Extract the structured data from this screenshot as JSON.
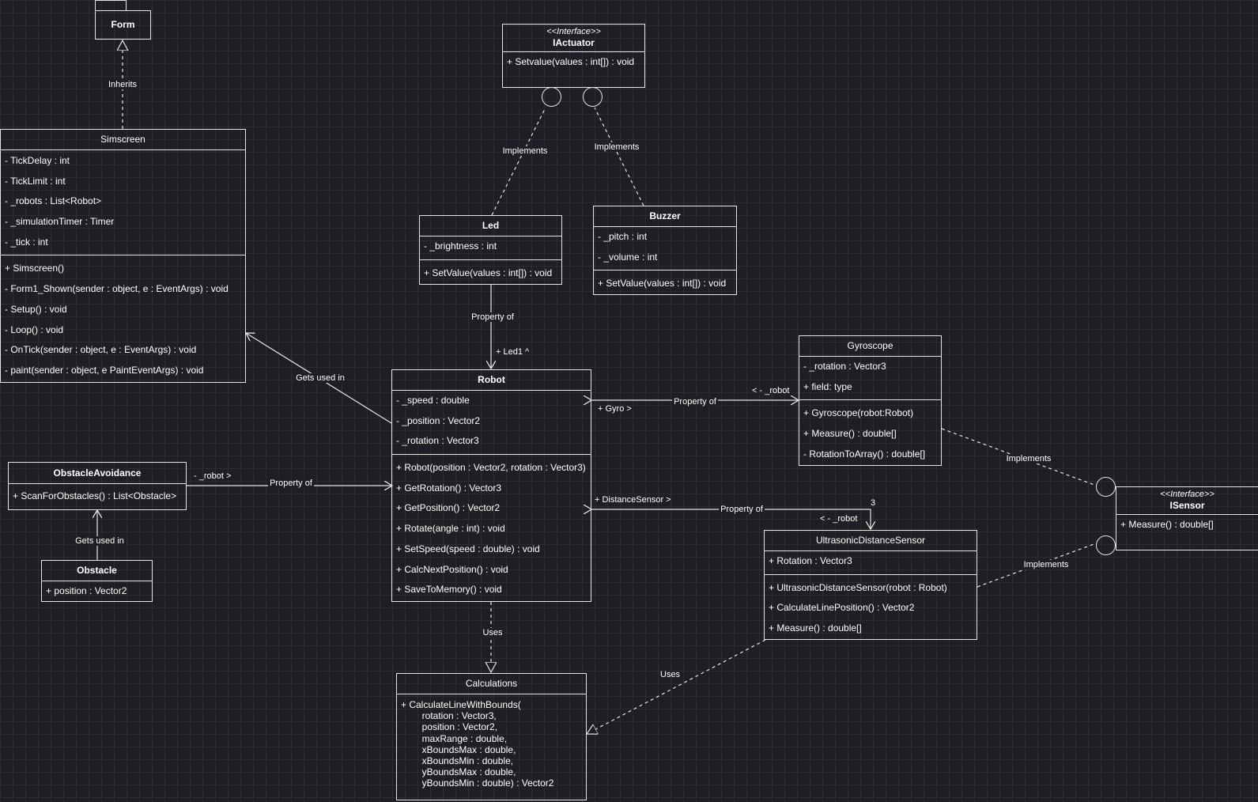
{
  "classes": {
    "form": {
      "name": "Form"
    },
    "iactuator": {
      "stereotype": "<<Interface>>",
      "name": "IActuator",
      "methods": [
        "+ Setvalue(values : int[]) : void"
      ]
    },
    "simscreen": {
      "name": "Simscreen",
      "fields": [
        "- TickDelay : int",
        "- TickLimit : int",
        "- _robots : List<Robot>",
        "- _simulationTimer : Timer",
        "- _tick : int"
      ],
      "methods": [
        "+ Simscreen()",
        "- Form1_Shown(sender : object, e : EventArgs) : void",
        "- Setup() : void",
        "- Loop() : void",
        "- OnTick(sender : object, e : EventArgs) : void",
        "- paint(sender : object, e PaintEventArgs) : void"
      ]
    },
    "led": {
      "name": "Led",
      "fields": [
        "- _brightness : int"
      ],
      "methods": [
        "+ SetValue(values : int[]) : void"
      ]
    },
    "buzzer": {
      "name": "Buzzer",
      "fields": [
        "- _pitch : int",
        "- _volume : int"
      ],
      "methods": [
        "+ SetValue(values : int[]) : void"
      ]
    },
    "gyroscope": {
      "name": "Gyroscope",
      "fields": [
        "- _rotation : Vector3",
        "+ field: type"
      ],
      "methods": [
        "+ Gyroscope(robot:Robot)",
        "+ Measure() : double[]",
        "- RotationToArray() : double[]"
      ]
    },
    "robot": {
      "name": "Robot",
      "fields": [
        "- _speed : double",
        "- _position : Vector2",
        "- _rotation : Vector3"
      ],
      "methods": [
        "+ Robot(position : Vector2, rotation : Vector3)",
        "+ GetRotation() : Vector3",
        "+ GetPosition() : Vector2",
        "+ Rotate(angle : int) : void",
        "+ SetSpeed(speed : double) : void",
        "+ CalcNextPosition() : void",
        "+ SaveToMemory() : void"
      ]
    },
    "obstacle_avoidance": {
      "name": "ObstacleAvoidance",
      "methods": [
        "+ ScanForObstacles() : List<Obstacle>"
      ]
    },
    "obstacle": {
      "name": "Obstacle",
      "fields": [
        "+ position : Vector2"
      ]
    },
    "isensor": {
      "stereotype": "<<Interface>>",
      "name": "ISensor",
      "methods": [
        "+ Measure() : double[]"
      ]
    },
    "ultrasonic": {
      "name": "UltrasonicDistanceSensor",
      "fields": [
        "+ Rotation : Vector3"
      ],
      "methods": [
        "+ UltrasonicDistanceSensor(robot : Robot)",
        "+ CalculateLinePosition() : Vector2",
        "+ Measure() : double[]"
      ]
    },
    "calculations": {
      "name": "Calculations",
      "method_text": "+ CalculateLineWithBounds(\n        rotation : Vector3,\n        position : Vector2,\n        maxRange : double,\n        xBoundsMax : double,\n        xBoundsMin : double,\n        yBoundsMax : double,\n        yBoundsMin : double) : Vector2"
    }
  },
  "edge_labels": {
    "inherits": "Inherits",
    "implements_led": "Implements",
    "implements_buzzer": "Implements",
    "property_of_led": "Property of",
    "led_role": "+ Led1 ^",
    "gets_used_in_simscreen": "Gets used in",
    "property_of_gyro": "Property of",
    "gyro_role": "+ Gyro >",
    "gyro_robot_role": "< - _robot",
    "implements_gyro": "Implements",
    "property_of_obstacle_avoidance": "Property of",
    "oa_robot_role": "- _robot >",
    "gets_used_in_obstacle": "Gets used in",
    "property_of_distance": "Property of",
    "distance_role": "+ DistanceSensor >",
    "distance_robot_role": "< - _robot",
    "distance_multiplicity": "3",
    "implements_ultrasonic": "Implements",
    "uses_robot": "Uses",
    "uses_ultrasonic": "Uses"
  },
  "colors": {
    "background": "#1e1e24",
    "grid": "#2c2c33",
    "stroke": "#e6e6e6",
    "text": "#ffffff"
  }
}
